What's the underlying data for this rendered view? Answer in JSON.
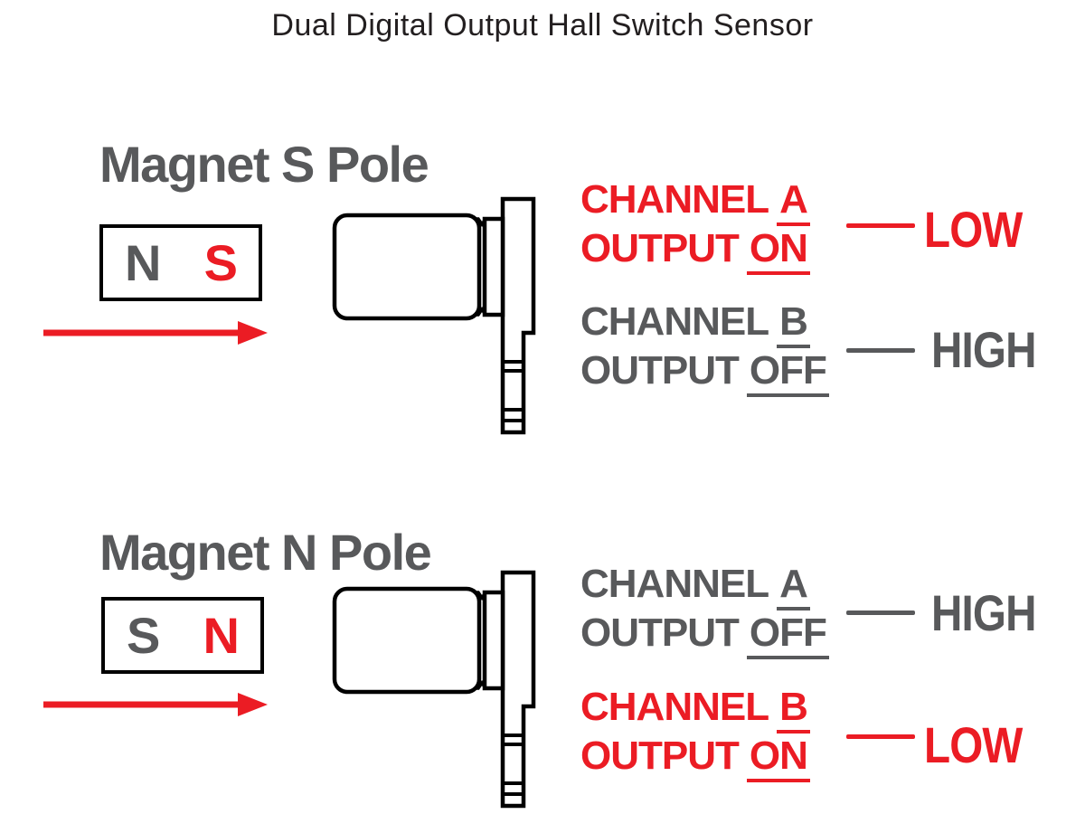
{
  "title": "Dual Digital Output Hall Switch Sensor",
  "colors": {
    "red": "#eb1c24",
    "gray": "#58595b",
    "outline": "#000000"
  },
  "sections": [
    {
      "heading": "Magnet S Pole",
      "magnet": {
        "left_label": "N",
        "left_state": "gray",
        "right_label": "S",
        "right_state": "red"
      },
      "channels": [
        {
          "channel_word": "CHANNEL",
          "channel_letter": "A",
          "output_word": "OUTPUT",
          "output_state": "ON",
          "level": "LOW",
          "state": "red"
        },
        {
          "channel_word": "CHANNEL",
          "channel_letter": "B",
          "output_word": "OUTPUT",
          "output_state": "OFF",
          "level": "HIGH",
          "state": "gray"
        }
      ]
    },
    {
      "heading": "Magnet N Pole",
      "magnet": {
        "left_label": "S",
        "left_state": "gray",
        "right_label": "N",
        "right_state": "red"
      },
      "channels": [
        {
          "channel_word": "CHANNEL",
          "channel_letter": "A",
          "output_word": "OUTPUT",
          "output_state": "OFF",
          "level": "HIGH",
          "state": "gray"
        },
        {
          "channel_word": "CHANNEL",
          "channel_letter": "B",
          "output_word": "OUTPUT",
          "output_state": "ON",
          "level": "LOW",
          "state": "red"
        }
      ]
    }
  ]
}
